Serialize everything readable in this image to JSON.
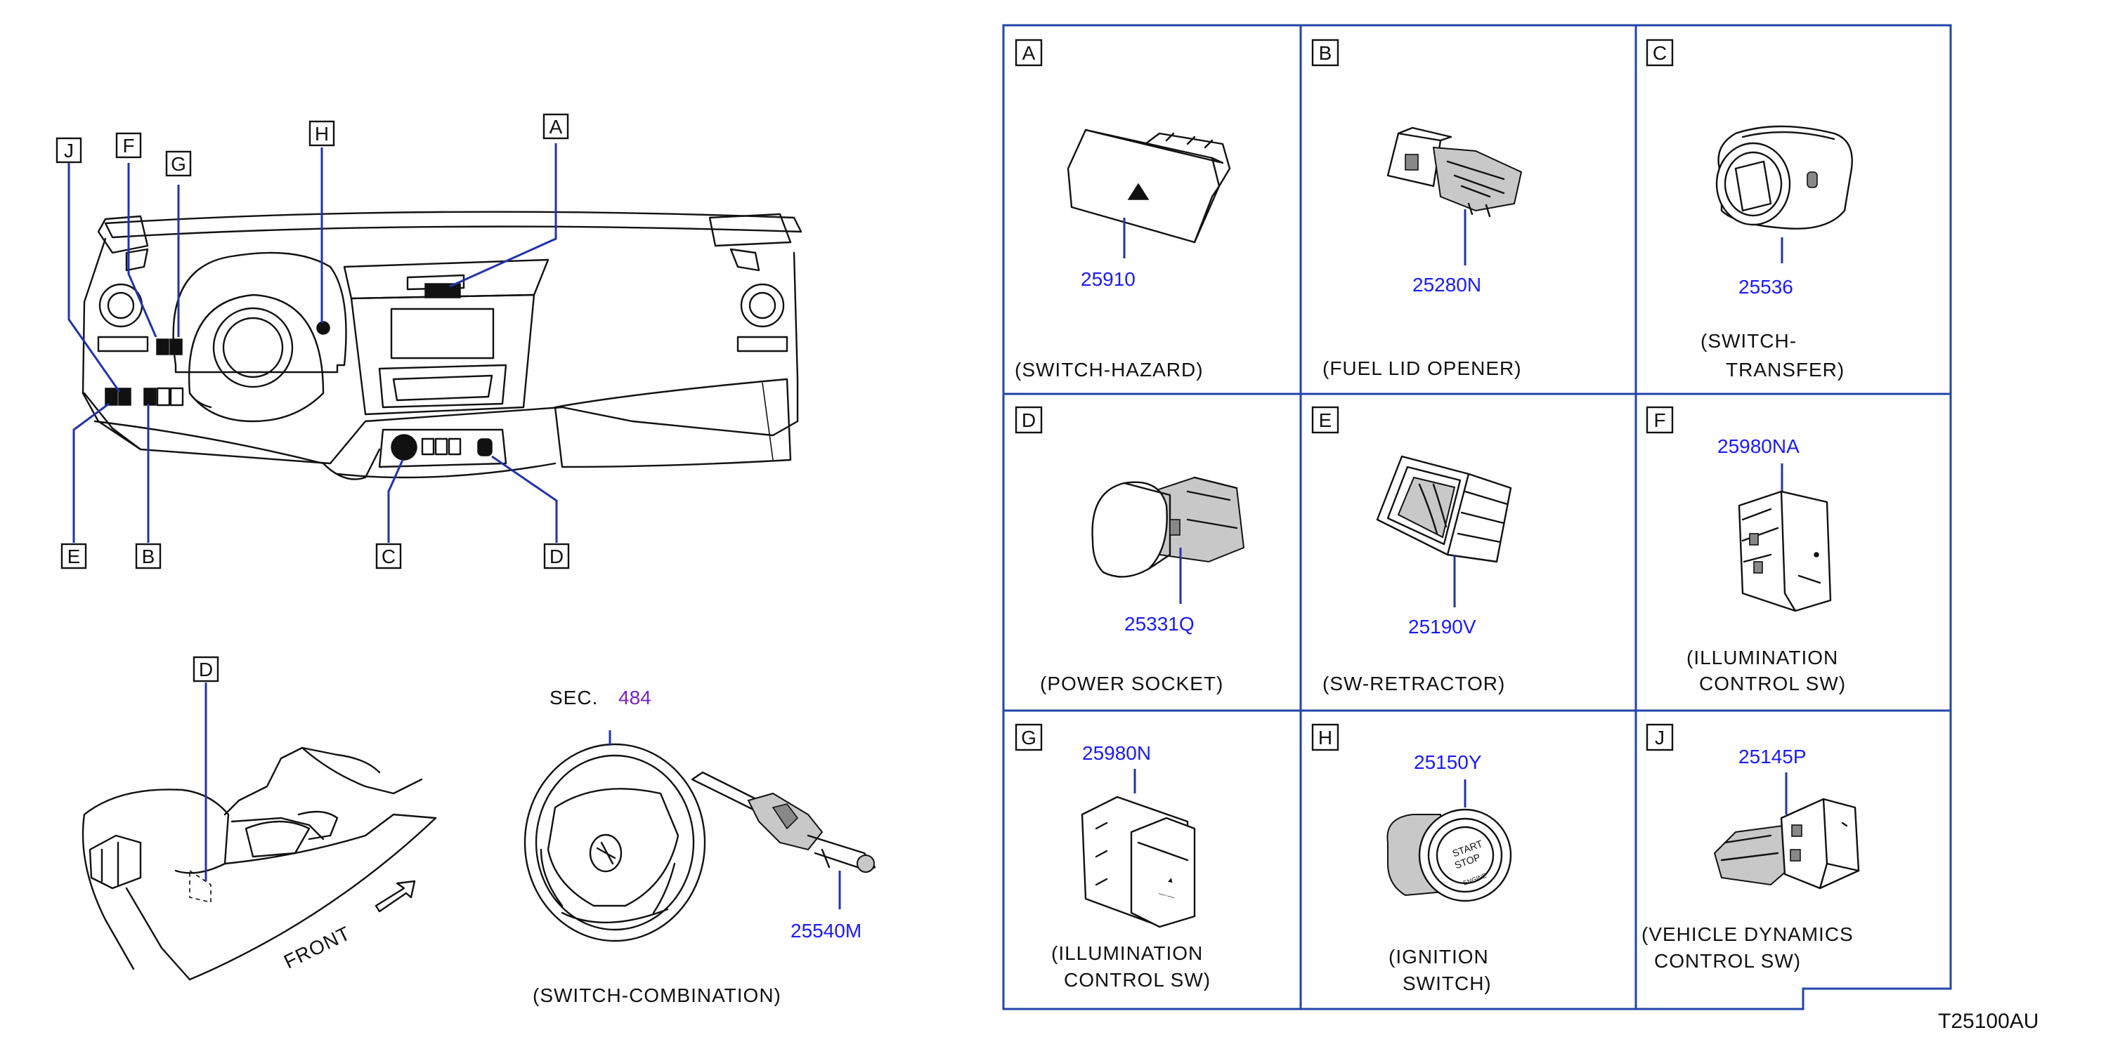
{
  "callouts": {
    "J": "J",
    "F": "F",
    "G": "G",
    "H": "H",
    "A": "A",
    "E": "E",
    "B": "B",
    "C": "C",
    "D": "D",
    "D2": "D"
  },
  "front_label": "FRONT",
  "steering": {
    "sec_label": "SEC.",
    "sec_number": "484",
    "part_number": "25540M",
    "caption": "(SWITCH-COMBINATION)"
  },
  "panels": [
    {
      "letter": "A",
      "part": "25910",
      "caption": [
        "(SWITCH-HAZARD)"
      ]
    },
    {
      "letter": "B",
      "part": "25280N",
      "caption": [
        "(FUEL   LID   OPENER)"
      ]
    },
    {
      "letter": "C",
      "part": "25536",
      "caption": [
        "(SWITCH-",
        "TRANSFER)"
      ]
    },
    {
      "letter": "D",
      "part": "25331Q",
      "caption": [
        "(POWER   SOCKET)"
      ]
    },
    {
      "letter": "E",
      "part": "25190V",
      "caption": [
        "(SW-RETRACTOR)"
      ]
    },
    {
      "letter": "F",
      "part": "25980NA",
      "caption": [
        "(ILLUMINATION",
        "CONTROL   SW)"
      ]
    },
    {
      "letter": "G",
      "part": "25980N",
      "caption": [
        "(ILLUMINATION",
        "CONTROL   SW)"
      ]
    },
    {
      "letter": "H",
      "part": "25150Y",
      "caption": [
        "(IGNITION",
        "SWITCH)"
      ]
    },
    {
      "letter": "J",
      "part": "25145P",
      "caption": [
        "(VEHICLE   DYNAMICS",
        "CONTROL   SW)"
      ]
    }
  ],
  "button_text": {
    "start_stop": [
      "START",
      "STOP"
    ],
    "engine": "ENGINE"
  },
  "diagram_code": "T25100AU",
  "colors": {
    "line": "#111111",
    "leader_blue": "#2233aa",
    "part_blue": "#1a1aff",
    "section_purple": "#7722cc",
    "panel_border": "#2244aa"
  }
}
